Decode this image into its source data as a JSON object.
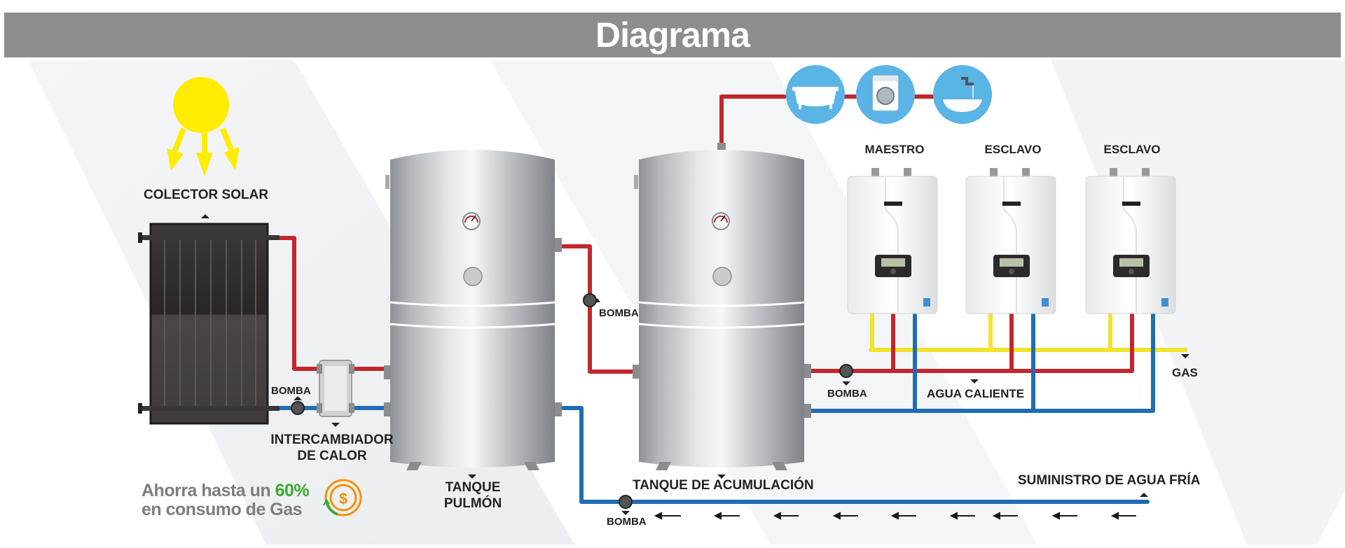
{
  "title": "Diagrama",
  "labels": {
    "solar_collector": "COLECTOR SOLAR",
    "pump_collector": "BOMBA",
    "heat_exchanger_l1": "INTERCAMBIADOR",
    "heat_exchanger_l2": "DE CALOR",
    "buffer_tank_l1": "TANQUE",
    "buffer_tank_l2": "PULMÓN",
    "pump_between_tanks": "BOMBA",
    "storage_tank": "TANQUE DE ACUMULACIÓN",
    "pump_cold_supply": "BOMBA",
    "pump_hot_return": "BOMBA",
    "heater_master": "MAESTRO",
    "heater_slave_1": "ESCLAVO",
    "heater_slave_2": "ESCLAVO",
    "hot_water": "AGUA CALIENTE",
    "gas": "GAS",
    "cold_water_supply": "SUMINISTRO DE AGUA FRÍA"
  },
  "savings": {
    "line1_prefix": "Ahorra hasta un ",
    "percent": "60%",
    "line2": "en consumo de Gas",
    "coin_symbol": "$"
  },
  "fixtures": [
    "bathtub-icon",
    "washing-machine-icon",
    "sink-faucet-icon"
  ],
  "colors": {
    "title_bar": "#8c8d8d",
    "hot_pipe": "#c1272d",
    "cold_pipe": "#1f6db3",
    "gas_pipe": "#f2e22a",
    "sun": "#ffec00",
    "savings_green": "#3aaa35",
    "coin_orange": "#f39200",
    "fixture_circle": "#5ab4e5"
  }
}
